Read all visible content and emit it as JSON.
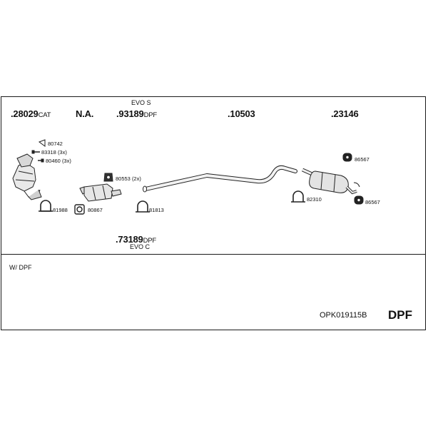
{
  "parts": {
    "p28029": {
      "number": ".28029",
      "suffix": "CAT"
    },
    "na": "N.A.",
    "p93189": {
      "number": ".93189",
      "suffix": "DPF",
      "note": "EVO S"
    },
    "p10503": {
      "number": ".10503"
    },
    "p23146": {
      "number": ".23146"
    },
    "p73189": {
      "number": ".73189",
      "suffix": "DPF",
      "note": "EVO C"
    }
  },
  "accessories": {
    "a80742": "80742",
    "a83318": "83318 (3x)",
    "a80460": "80460 (3x)",
    "a81988": "81988",
    "a80867": "80867",
    "a80553": "80553 (2x)",
    "a81813": "81813",
    "a86567_top": "86567",
    "a82310": "82310",
    "a86567_bottom": "86567"
  },
  "footer": {
    "note": "W/ DPF",
    "kit_ref": "OPK019115B",
    "type": "DPF"
  }
}
